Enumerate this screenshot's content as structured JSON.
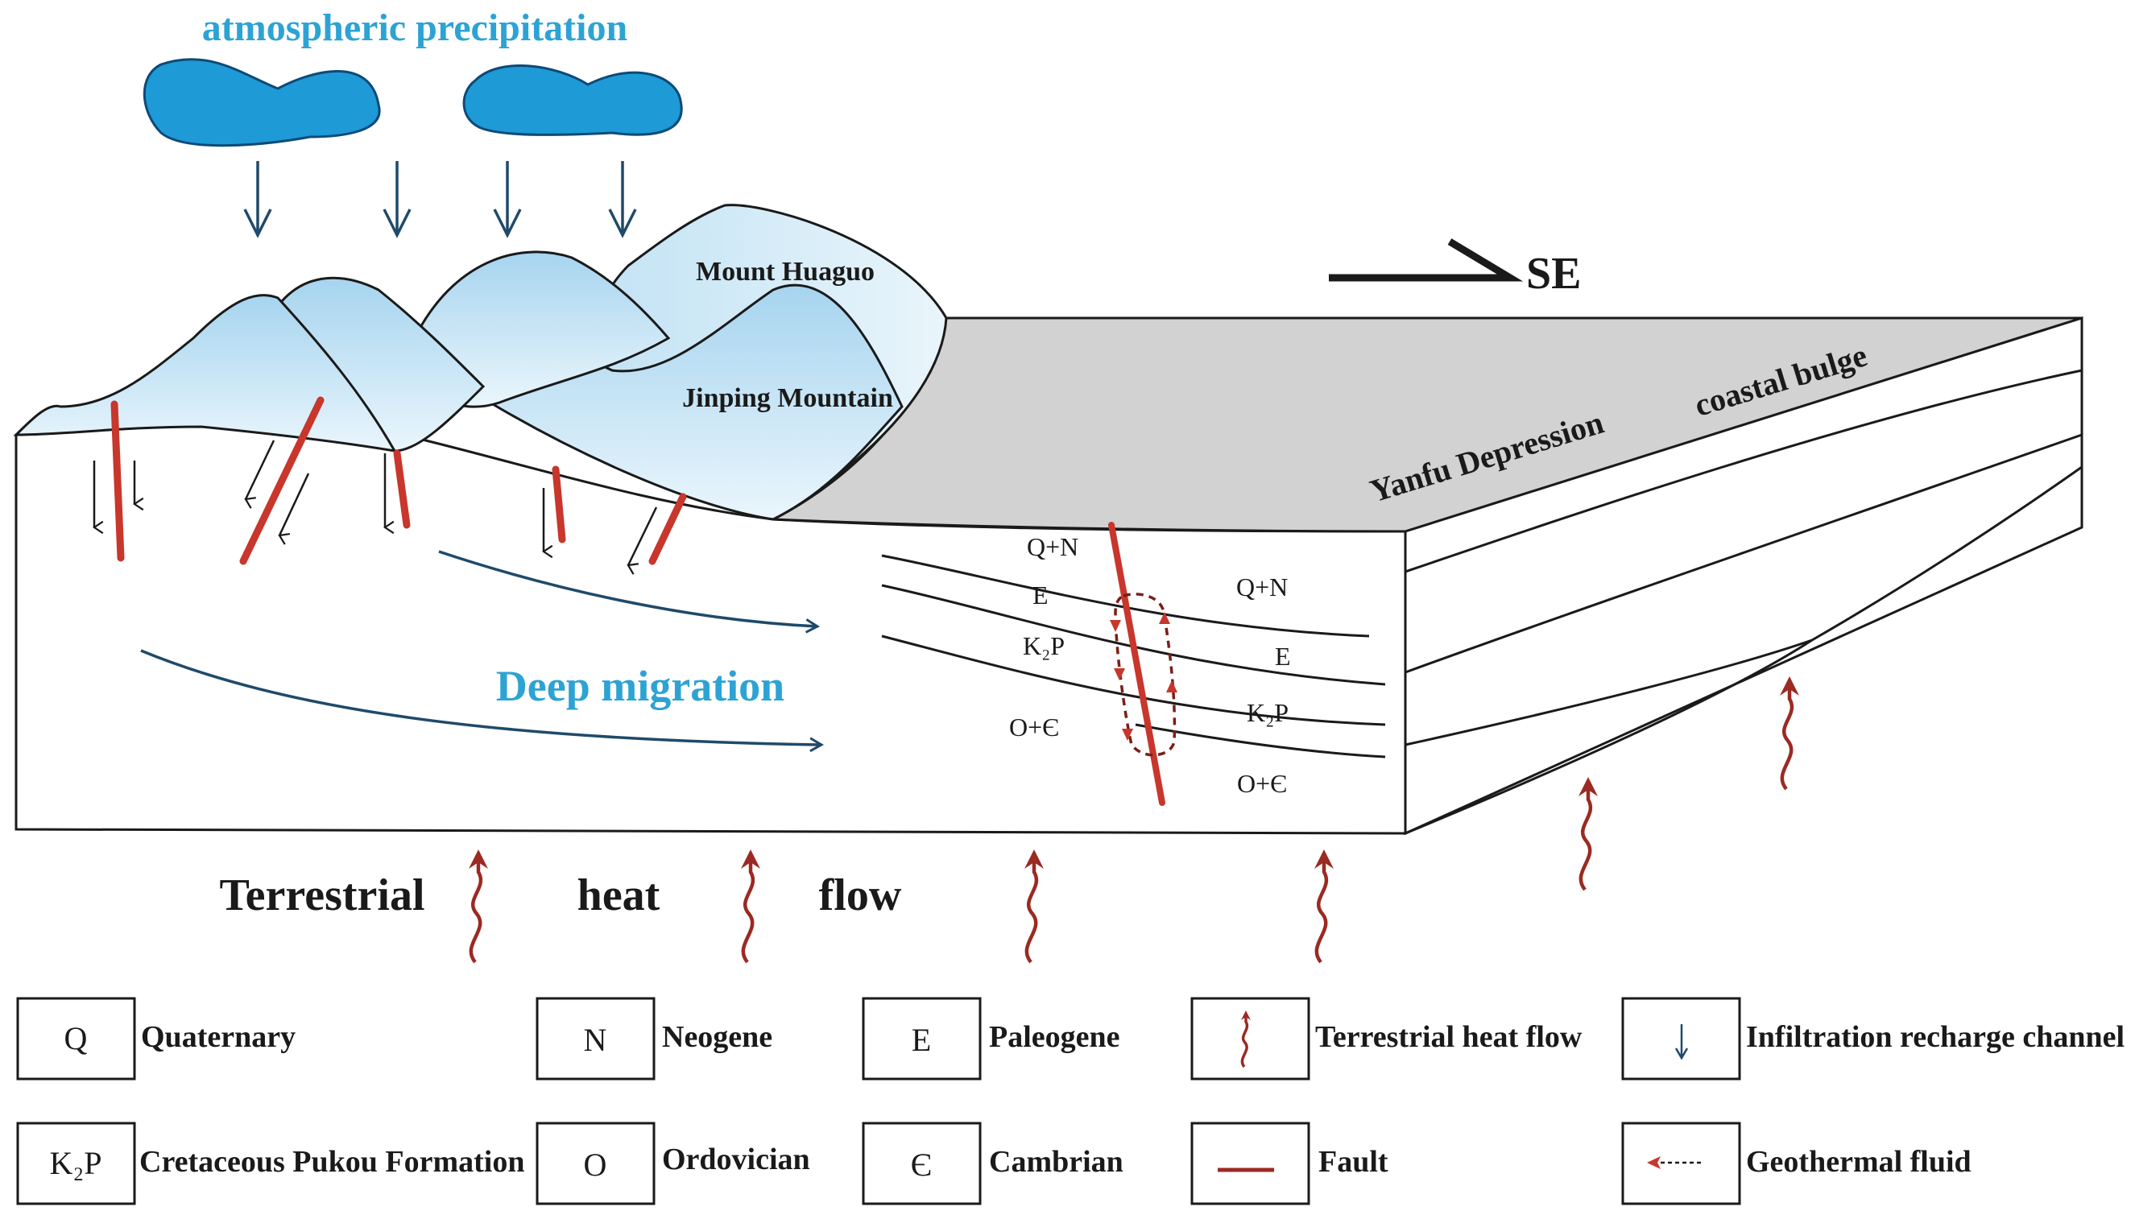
{
  "title": "atmospheric precipitation",
  "direction_label": "SE",
  "labels": {
    "mount_huaguo": "Mount Huaguo",
    "jinping_mountain": "Jinping Mountain",
    "yanfu_depression": "Yanfu Depression",
    "coastal_bulge": "coastal bulge",
    "deep_migration": "Deep migration",
    "heat_flow_1": "Terrestrial",
    "heat_flow_2": "heat",
    "heat_flow_3": "flow"
  },
  "strata_left": [
    "Q+N",
    "E",
    "K₂P",
    "O+Є"
  ],
  "strata_right": [
    "Q+N",
    "E",
    "K₂P",
    "O+Є"
  ],
  "legend": [
    {
      "symbol": "Q",
      "label": "Quaternary"
    },
    {
      "symbol": "N",
      "label": "Neogene"
    },
    {
      "symbol": "E",
      "label": "Paleogene"
    },
    {
      "symbol": "heat-flow-icon",
      "label": "Terrestrial heat flow"
    },
    {
      "symbol": "infiltration-arrow-icon",
      "label": "Infiltration recharge channel"
    },
    {
      "symbol": "K₂P",
      "label": "Cretaceous Pukou Formation"
    },
    {
      "symbol": "O",
      "label": "Ordovician"
    },
    {
      "symbol": "Є",
      "label": "Cambrian"
    },
    {
      "symbol": "fault-line-icon",
      "label": "Fault"
    },
    {
      "symbol": "geothermal-fluid-icon",
      "label": "Geothermal fluid"
    }
  ],
  "colors": {
    "cloud_fill": "#1e9ad6",
    "title_blue": "#2da3d4",
    "arrow_navy": "#1f4a6a",
    "fault_red": "#c8362c",
    "heat_red": "#9b2a22",
    "top_surface": "#d2d2d2",
    "mountain_light": "#e6f4fb",
    "mountain_deep": "#a9d6ef"
  }
}
